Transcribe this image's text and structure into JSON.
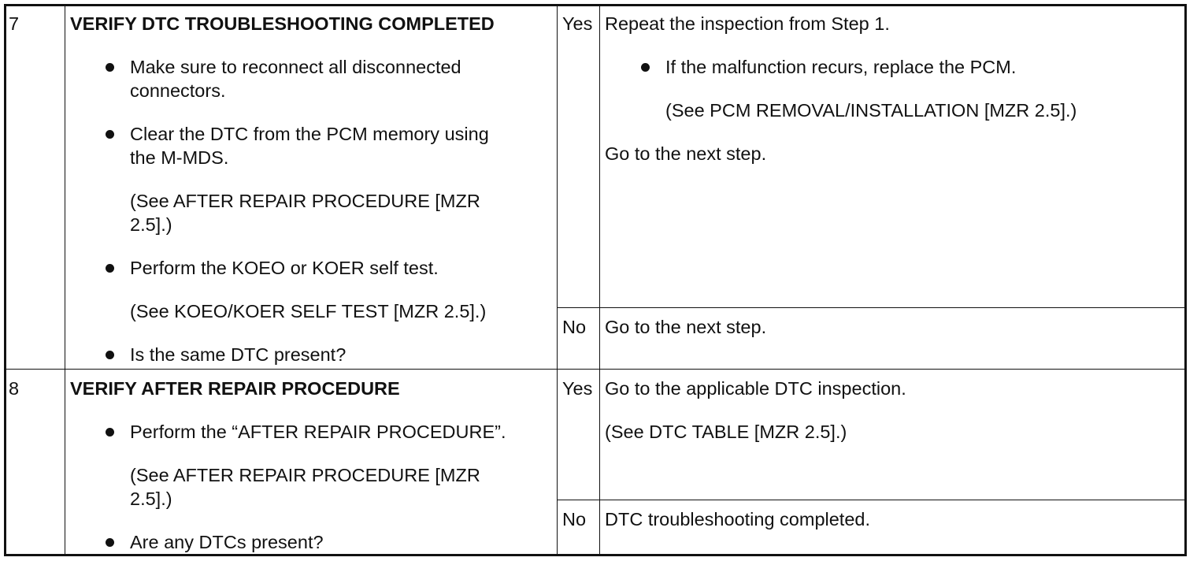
{
  "rows": [
    {
      "step": "7",
      "title": "VERIFY DTC TROUBLESHOOTING COMPLETED",
      "items": [
        {
          "bullet": "Make sure to reconnect all disconnected connectors.",
          "line1": "Make sure to reconnect all disconnected",
          "line2": "connectors."
        },
        {
          "bullet": "Clear the DTC from the PCM memory using the M-MDS.",
          "line1": "Clear the DTC from the PCM memory using",
          "line2": "the M-MDS."
        },
        {
          "see1": "(See AFTER REPAIR PROCEDURE [MZR",
          "see2": "2.5].)"
        },
        {
          "bullet": "Perform the KOEO or KOER self test."
        },
        {
          "see": "(See KOEO/KOER SELF TEST [MZR 2.5].)"
        },
        {
          "bullet": "Is the same DTC present?"
        }
      ],
      "yes_label": "Yes",
      "yes_result": {
        "line1": "Repeat the inspection from Step 1.",
        "bullet": "If the malfunction recurs, replace the PCM.",
        "see": "(See PCM REMOVAL/INSTALLATION [MZR 2.5].)",
        "line_after": "Go to the next step."
      },
      "no_label": "No",
      "no_result": "Go to the next step."
    },
    {
      "step": "8",
      "title": "VERIFY AFTER REPAIR PROCEDURE",
      "items": [
        {
          "bullet": "Perform the “AFTER REPAIR PROCEDURE”."
        },
        {
          "see1": "(See AFTER REPAIR PROCEDURE [MZR",
          "see2": "2.5].)"
        },
        {
          "bullet": "Are any DTCs present?"
        }
      ],
      "yes_label": "Yes",
      "yes_result": {
        "line1": "Go to the applicable DTC inspection.",
        "see": "(See DTC TABLE [MZR 2.5].)"
      },
      "no_label": "No",
      "no_result": "DTC troubleshooting completed."
    }
  ]
}
